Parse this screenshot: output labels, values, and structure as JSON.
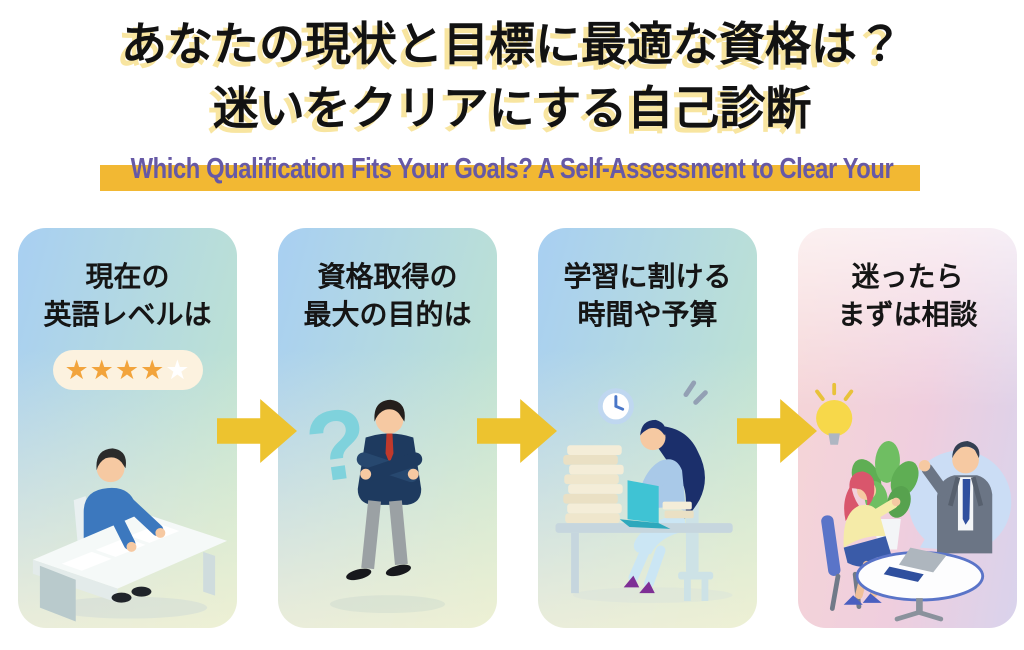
{
  "title": {
    "line1": "あなたの現状と目標に最適な資格は？",
    "line2": "迷いをクリアにする自己診断"
  },
  "subtitle": {
    "text": "Which Qualification Fits Your Goals? A Self-Assessment to Clear Your"
  },
  "steps": [
    {
      "title_line1": "現在の",
      "title_line2": "英語レベルは",
      "illustration": "person-reviewing-papers-at-desk",
      "rating": {
        "filled": 4,
        "total": 5,
        "stars_filled": "★★★★",
        "stars_empty": "★"
      }
    },
    {
      "title_line1": "資格取得の",
      "title_line2": "最大の目的は",
      "illustration": "thinking-man-with-question-mark"
    },
    {
      "title_line1": "学習に割ける",
      "title_line2": "時間や予算",
      "illustration": "busy-woman-studying-at-laptop-with-clock"
    },
    {
      "title_line1": "迷ったら",
      "title_line2": "まずは相談",
      "illustration": "consultation-meeting-with-advisor"
    }
  ],
  "colors": {
    "title_shadow": "#F8E5A0",
    "subtitle_text": "#6659A6",
    "subtitle_bar": "#F2B833",
    "arrow": "#EDC32F",
    "star_filled": "#F2A43C",
    "star_empty": "#FFFFFF",
    "star_pill_bg": "#FCF2DF",
    "card_blue": "#A8CFF2",
    "card_green": "#C2E6CC",
    "card4_rose": "#F6D6D6",
    "card4_pink": "#EFCEDE",
    "card4_lavender": "#D9D3EC"
  }
}
